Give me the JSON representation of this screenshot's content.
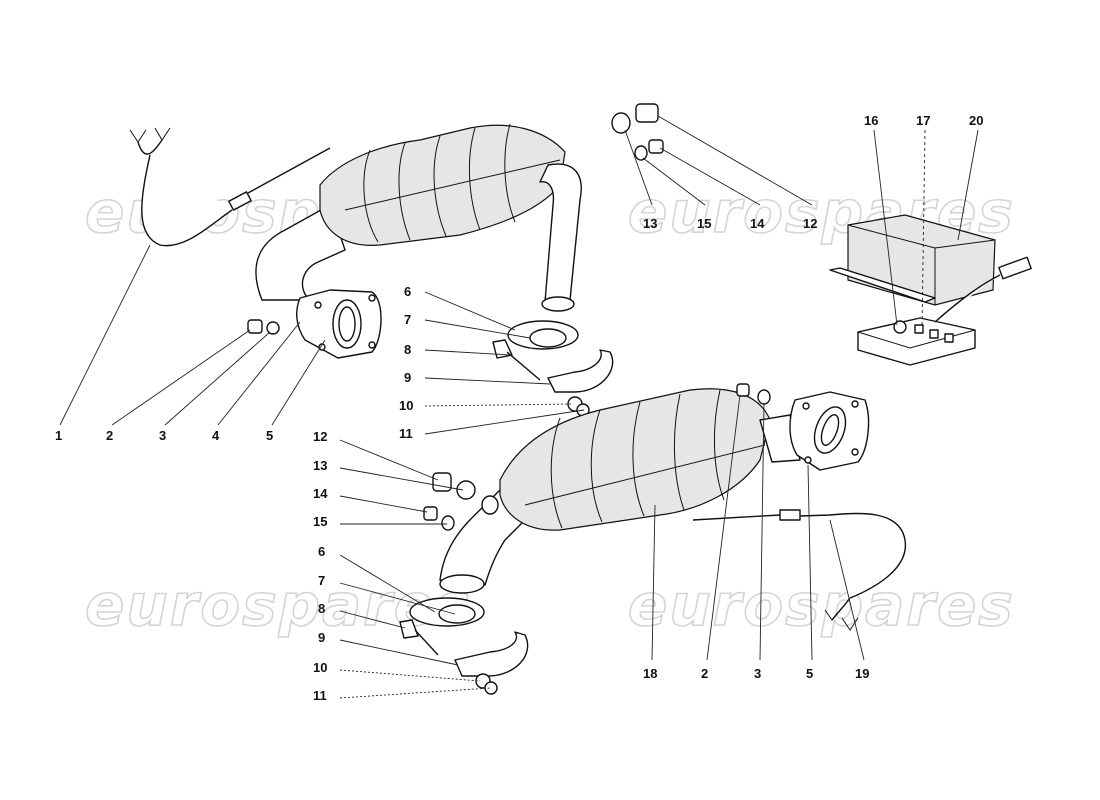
{
  "watermark": {
    "text": "eurospares"
  },
  "callouts": [
    {
      "id": "c1",
      "text": "1"
    },
    {
      "id": "c2a",
      "text": "2"
    },
    {
      "id": "c3a",
      "text": "3"
    },
    {
      "id": "c4",
      "text": "4"
    },
    {
      "id": "c5a",
      "text": "5"
    },
    {
      "id": "c6a",
      "text": "6"
    },
    {
      "id": "c7a",
      "text": "7"
    },
    {
      "id": "c8a",
      "text": "8"
    },
    {
      "id": "c9a",
      "text": "9"
    },
    {
      "id": "c10a",
      "text": "10"
    },
    {
      "id": "c11a",
      "text": "11"
    },
    {
      "id": "c13a",
      "text": "13"
    },
    {
      "id": "c15a",
      "text": "15"
    },
    {
      "id": "c14a",
      "text": "14"
    },
    {
      "id": "c12a",
      "text": "12"
    },
    {
      "id": "c16",
      "text": "16"
    },
    {
      "id": "c17",
      "text": "17"
    },
    {
      "id": "c20",
      "text": "20"
    },
    {
      "id": "c12b",
      "text": "12"
    },
    {
      "id": "c13b",
      "text": "13"
    },
    {
      "id": "c14b",
      "text": "14"
    },
    {
      "id": "c15b",
      "text": "15"
    },
    {
      "id": "c6b",
      "text": "6"
    },
    {
      "id": "c7b",
      "text": "7"
    },
    {
      "id": "c8b",
      "text": "8"
    },
    {
      "id": "c9b",
      "text": "9"
    },
    {
      "id": "c10b",
      "text": "10"
    },
    {
      "id": "c11b",
      "text": "11"
    },
    {
      "id": "c18",
      "text": "18"
    },
    {
      "id": "c2b",
      "text": "2"
    },
    {
      "id": "c3b",
      "text": "3"
    },
    {
      "id": "c5b",
      "text": "5"
    },
    {
      "id": "c19",
      "text": "19"
    }
  ]
}
